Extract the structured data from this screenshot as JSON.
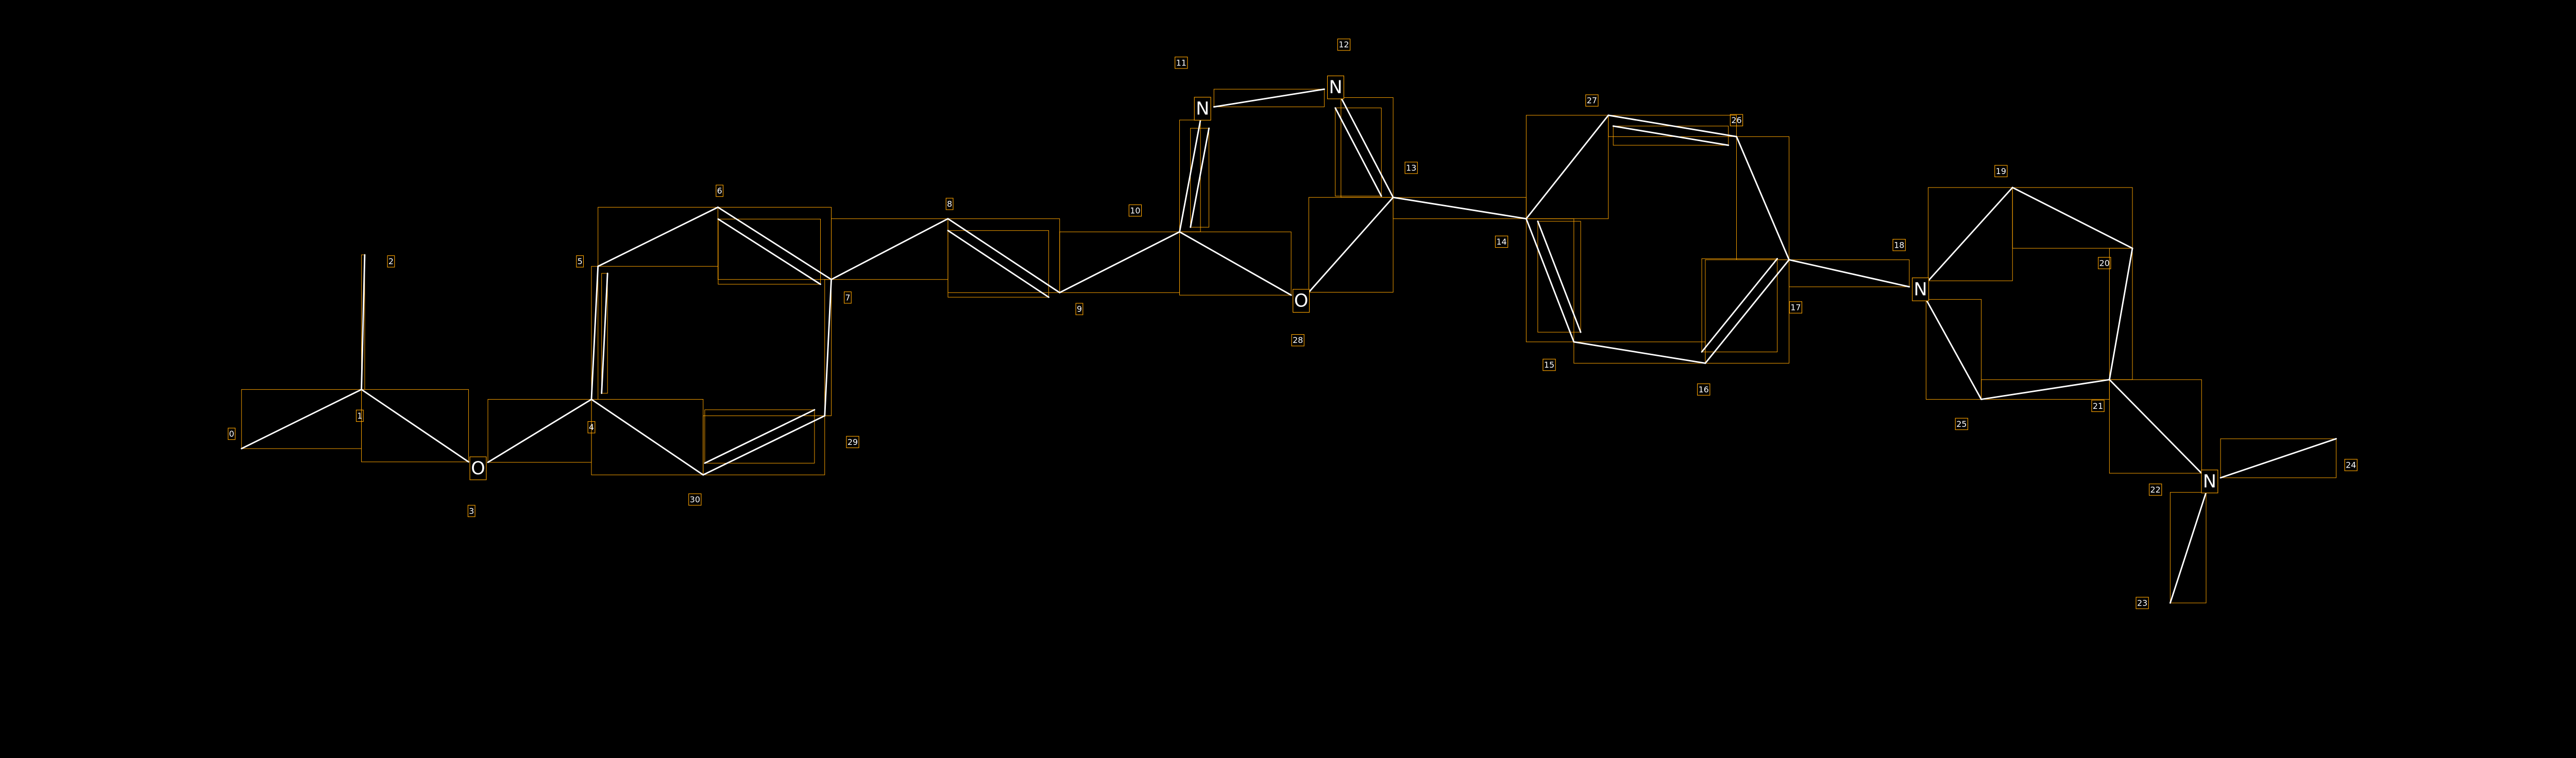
{
  "diagram": {
    "type": "molecule",
    "background_color": "#000000",
    "bond_color": "#ffffff",
    "box_color": "#ffa500",
    "atoms": [
      {
        "index": "0",
        "symbol": ""
      },
      {
        "index": "1",
        "symbol": ""
      },
      {
        "index": "2",
        "symbol": ""
      },
      {
        "index": "3",
        "symbol": "O"
      },
      {
        "index": "4",
        "symbol": ""
      },
      {
        "index": "5",
        "symbol": ""
      },
      {
        "index": "6",
        "symbol": ""
      },
      {
        "index": "7",
        "symbol": ""
      },
      {
        "index": "8",
        "symbol": ""
      },
      {
        "index": "9",
        "symbol": ""
      },
      {
        "index": "10",
        "symbol": ""
      },
      {
        "index": "11",
        "symbol": "N"
      },
      {
        "index": "12",
        "symbol": "N"
      },
      {
        "index": "13",
        "symbol": ""
      },
      {
        "index": "14",
        "symbol": ""
      },
      {
        "index": "15",
        "symbol": ""
      },
      {
        "index": "16",
        "symbol": ""
      },
      {
        "index": "17",
        "symbol": ""
      },
      {
        "index": "18",
        "symbol": "N"
      },
      {
        "index": "19",
        "symbol": ""
      },
      {
        "index": "20",
        "symbol": ""
      },
      {
        "index": "21",
        "symbol": ""
      },
      {
        "index": "22",
        "symbol": "N"
      },
      {
        "index": "23",
        "symbol": ""
      },
      {
        "index": "24",
        "symbol": ""
      },
      {
        "index": "25",
        "symbol": ""
      },
      {
        "index": "26",
        "symbol": ""
      },
      {
        "index": "27",
        "symbol": ""
      },
      {
        "index": "28",
        "symbol": "O"
      },
      {
        "index": "29",
        "symbol": ""
      },
      {
        "index": "30",
        "symbol": ""
      }
    ],
    "bonds": [
      [
        0,
        1,
        1
      ],
      [
        1,
        2,
        1
      ],
      [
        1,
        3,
        1
      ],
      [
        3,
        4,
        1
      ],
      [
        4,
        5,
        2
      ],
      [
        5,
        6,
        1
      ],
      [
        6,
        7,
        2
      ],
      [
        7,
        29,
        1
      ],
      [
        29,
        30,
        2
      ],
      [
        30,
        4,
        1
      ],
      [
        7,
        8,
        1
      ],
      [
        8,
        9,
        2
      ],
      [
        9,
        10,
        1
      ],
      [
        10,
        11,
        2
      ],
      [
        11,
        12,
        1
      ],
      [
        12,
        13,
        2
      ],
      [
        13,
        28,
        1
      ],
      [
        28,
        10,
        1
      ],
      [
        13,
        14,
        1
      ],
      [
        14,
        27,
        1
      ],
      [
        27,
        26,
        2
      ],
      [
        26,
        17,
        1
      ],
      [
        17,
        16,
        2
      ],
      [
        16,
        15,
        1
      ],
      [
        15,
        14,
        2
      ],
      [
        17,
        18,
        1
      ],
      [
        18,
        19,
        1
      ],
      [
        19,
        20,
        1
      ],
      [
        20,
        21,
        1
      ],
      [
        21,
        25,
        1
      ],
      [
        25,
        18,
        1
      ],
      [
        21,
        22,
        1
      ],
      [
        22,
        23,
        1
      ],
      [
        22,
        24,
        1
      ]
    ]
  }
}
